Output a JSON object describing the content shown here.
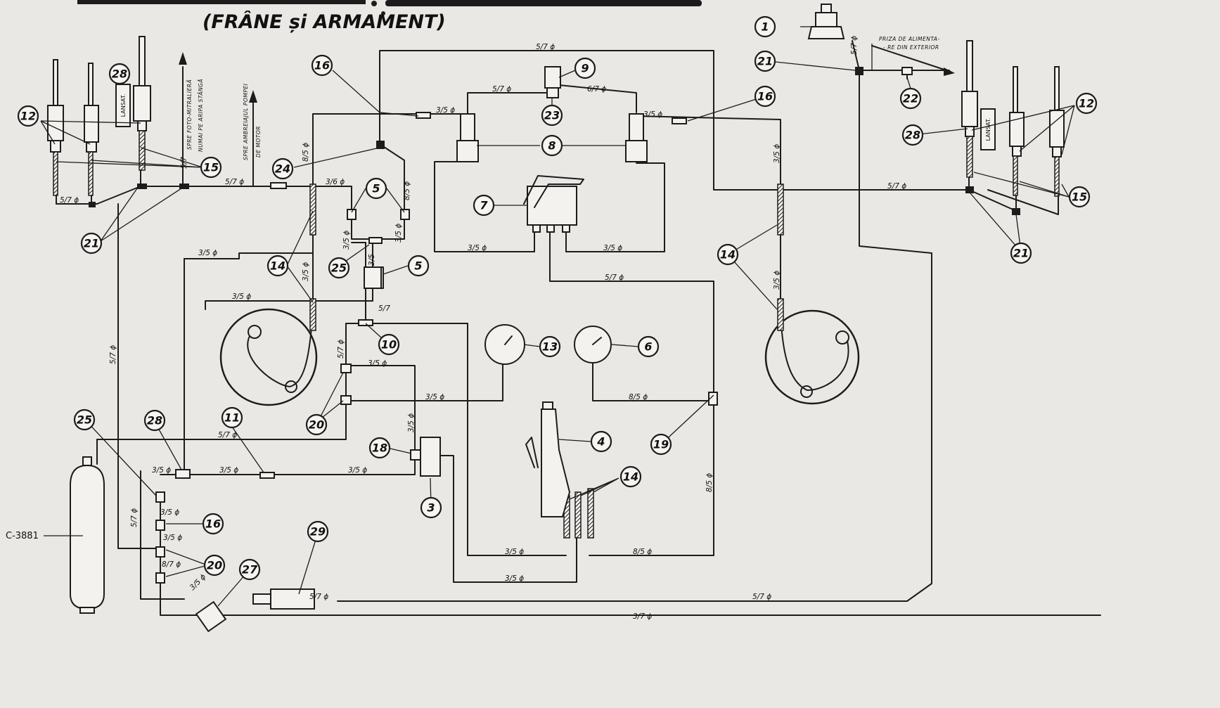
{
  "title": "(FRÂNE și ARMAMENT)",
  "drawing_code": "C-3881",
  "annotations": {
    "foto_mitraliera": "SPRE FOTO-MITRALIERĂ",
    "foto_mitraliera_2": "NUMAI PE ARIPA STÂNGĂ",
    "ambreiaj": "SPRE AMBREIAJUL POMPEI",
    "ambreiaj_2": "DE MOTOR",
    "priza": "PRIZA DE ALIMENTA-",
    "priza_2": "- RE DIN EXTERIOR",
    "lansat": "LANSAT."
  },
  "pipe_sizes": {
    "s57": "5/7 ϕ",
    "s35": "3/5 ϕ",
    "s36": "3/6 ϕ",
    "s37": "3/7 ϕ",
    "s67": "6/7 ϕ",
    "s57v": "5/7",
    "s35v": "3/5",
    "s87": "8/7 ϕ",
    "s85": "8/5 ϕ"
  },
  "callouts": [
    "1",
    "3",
    "4",
    "5",
    "6",
    "7",
    "8",
    "9",
    "10",
    "11",
    "12",
    "13",
    "14",
    "15",
    "16",
    "18",
    "19",
    "20",
    "21",
    "22",
    "23",
    "24",
    "25",
    "27",
    "28",
    "29"
  ]
}
